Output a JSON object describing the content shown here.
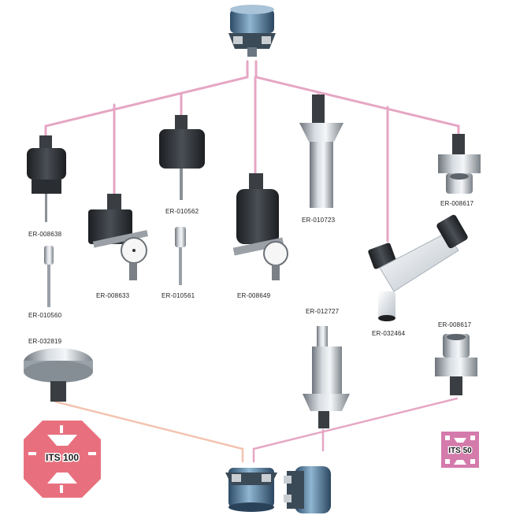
{
  "parts": {
    "p1": "ER-008638",
    "p2": "ER-010560",
    "p3": "ER-008633",
    "p4": "ER-010562",
    "p5": "ER-010561",
    "p6": "ER-008649",
    "p7": "ER-010723",
    "p8": "ER-008617",
    "p9": "ER-032464",
    "p10": "ER-012727",
    "p11": "ER-008617",
    "p12": "ER-032819"
  },
  "logos": {
    "its100": "ITS 100",
    "its50": "ITS 50"
  },
  "colors": {
    "pink_line": "#e6a6c4",
    "peach_line": "#f3c3b0",
    "its100_red": "#e8707e",
    "its50_pink": "#d47bac"
  }
}
